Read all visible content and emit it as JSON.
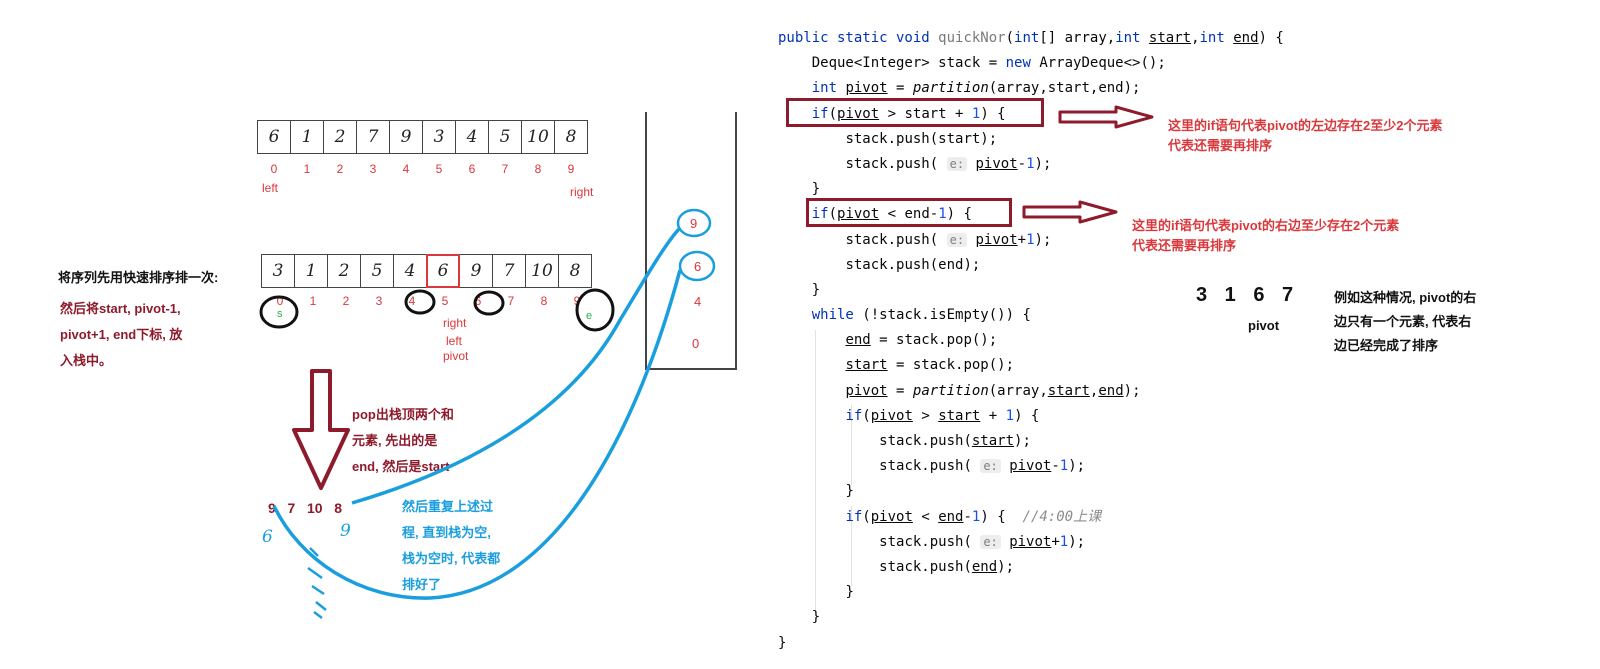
{
  "array1": {
    "values": [
      "6",
      "1",
      "2",
      "7",
      "9",
      "3",
      "4",
      "5",
      "10",
      "8"
    ],
    "indices": [
      "0",
      "1",
      "2",
      "3",
      "4",
      "5",
      "6",
      "7",
      "8",
      "9"
    ],
    "left_label": "left",
    "right_label": "right"
  },
  "array2": {
    "values": [
      "3",
      "1",
      "2",
      "5",
      "4",
      "6",
      "9",
      "7",
      "10",
      "8"
    ],
    "indices": [
      "0",
      "1",
      "2",
      "3",
      "4",
      "5",
      "6",
      "7",
      "8",
      "9"
    ],
    "s_label": "s",
    "e_label": "e",
    "right_label": "right",
    "left_label": "left",
    "pivot_label": "pivot"
  },
  "notes": {
    "sort_once": "将序列先用快速排序排一次:",
    "push_line1": "然后将start, pivot-1,",
    "push_line2": "pivot+1, end下标, 放",
    "push_line3": "入栈中。",
    "pop_line1": "pop出栈顶两个和",
    "pop_line2": "元素, 先出的是",
    "pop_line3": "end, 然后是start",
    "repeat_line1": "然后重复上述过",
    "repeat_line2": "程, 直到栈为空,",
    "repeat_line3": "栈为空时, 代表都",
    "repeat_line4": "排好了"
  },
  "popped": {
    "values": [
      "9",
      "7",
      "10",
      "8"
    ],
    "hand_left": "6",
    "hand_right": "9"
  },
  "stack": {
    "items": [
      "9",
      "6",
      "4",
      "0"
    ]
  },
  "code": {
    "l1": [
      "public static void ",
      "quickNor",
      "(",
      "int",
      "[] array,",
      "int ",
      "start",
      ",",
      "int ",
      "end",
      ") {"
    ],
    "l2": [
      "Deque<Integer> stack = ",
      "new ",
      "ArrayDeque<>();"
    ],
    "l3": [
      "int ",
      "pivot",
      " = ",
      "partition",
      "(array,start,end);"
    ],
    "l4": [
      "if",
      "(",
      "pivot",
      " > start + ",
      "1",
      ") {"
    ],
    "l5": "stack.push(start);",
    "l6": [
      "stack.push( ",
      "e:",
      " ",
      "pivot",
      "-",
      "1",
      ");"
    ],
    "l7": "}",
    "l8": [
      "if",
      "(",
      "pivot",
      " < end-",
      "1",
      ") {"
    ],
    "l9": [
      "stack.push( ",
      "e:",
      " ",
      "pivot",
      "+",
      "1",
      ");"
    ],
    "l10": "stack.push(end);",
    "l11": "}",
    "l12": [
      "while ",
      "(!stack.isEmpty()) {"
    ],
    "l13": [
      "end",
      " = stack.pop();"
    ],
    "l14": [
      "start",
      " = stack.pop();"
    ],
    "l15": [
      "pivot",
      " = ",
      "partition",
      "(array,",
      "start",
      ",",
      "end",
      ");"
    ],
    "l16": [
      "if",
      "(",
      "pivot",
      " > ",
      "start",
      " + ",
      "1",
      ") {"
    ],
    "l17": [
      "stack.push(",
      "start",
      ");"
    ],
    "l18": [
      "stack.push( ",
      "e:",
      " ",
      "pivot",
      "-",
      "1",
      ");"
    ],
    "l19": "}",
    "l20": [
      "if",
      "(",
      "pivot",
      " < ",
      "end",
      "-",
      "1",
      ") {  ",
      "//4:00上课"
    ],
    "l21": [
      "stack.push( ",
      "e:",
      " ",
      "pivot",
      "+",
      "1",
      ");"
    ],
    "l22": [
      "stack.push(",
      "end",
      ");"
    ],
    "l23": "}",
    "l24": "}",
    "l25": "}"
  },
  "annotations": {
    "left_line1": "这里的if语句代表pivot的左边存在2至少2个元素",
    "left_line2": "代表还需要再排序",
    "right_line1": "这里的if语句代表pivot的右边至少存在2个元素",
    "right_line2": "代表还需要再排序"
  },
  "example": {
    "numbers": "3 1 6 7",
    "pivot_label": "pivot",
    "note_line1": "例如这种情况, pivot的右",
    "note_line2": "边只有一个元素, 代表右",
    "note_line3": "边已经完成了排序"
  },
  "colors": {
    "dark_red": "#8e1b2c",
    "red": "#d9383c",
    "blue": "#1a9ede",
    "keyword": "#0033b3"
  }
}
